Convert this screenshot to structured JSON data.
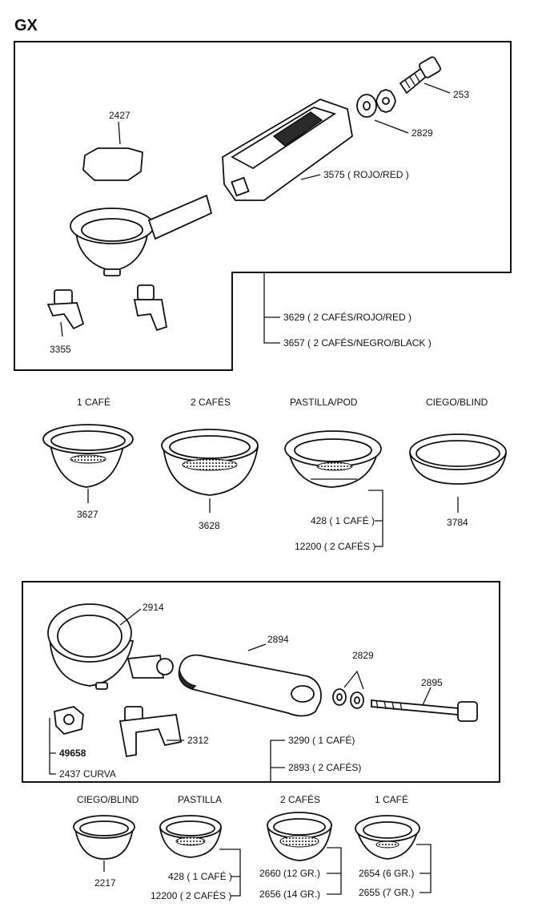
{
  "page": {
    "title": "GX"
  },
  "section1": {
    "labels": {
      "spring": "2427",
      "screw": "253",
      "washer": "2829",
      "handle": "3575 ( ROJO/RED )",
      "spouts": "3355",
      "holder_2cafes_red": "3629 ( 2 CAFÉS/ROJO/RED )",
      "holder_2cafes_black": "3657 ( 2 CAFÉS/NEGRO/BLACK )"
    }
  },
  "section2": {
    "filters": [
      {
        "title": "1 CAFÉ",
        "code": "3627"
      },
      {
        "title": "2 CAFÉS",
        "code": "3628"
      },
      {
        "title": "PASTILLA/POD",
        "codes": [
          "428 ( 1 CAFÉ )",
          "12200 ( 2 CAFÉS )"
        ]
      },
      {
        "title": "CIEGO/BLIND",
        "code": "3784"
      }
    ]
  },
  "section3": {
    "labels": {
      "ring": "2914",
      "handle": "2894",
      "washers": "2829",
      "bolt": "2895",
      "spout": "2312",
      "nut": "49658",
      "curva": "2437 CURVA",
      "holder_1cafe": "3290 ( 1 CAFÉ)",
      "holder_2cafes": "2893 ( 2 CAFÉS)"
    }
  },
  "section4": {
    "filters": [
      {
        "title": "CIEGO/BLIND",
        "code": "2217"
      },
      {
        "title": "PASTILLA",
        "codes": [
          "428 ( 1 CAFÉ )",
          "12200 ( 2 CAFÉS )"
        ]
      },
      {
        "title": "2 CAFÉS",
        "codes": [
          "2660 (12 GR.)",
          "2656 (14 GR.)"
        ]
      },
      {
        "title": "1 CAFÉ",
        "codes": [
          "2654 (6 GR.)",
          "2655 (7 GR.)"
        ]
      }
    ]
  }
}
